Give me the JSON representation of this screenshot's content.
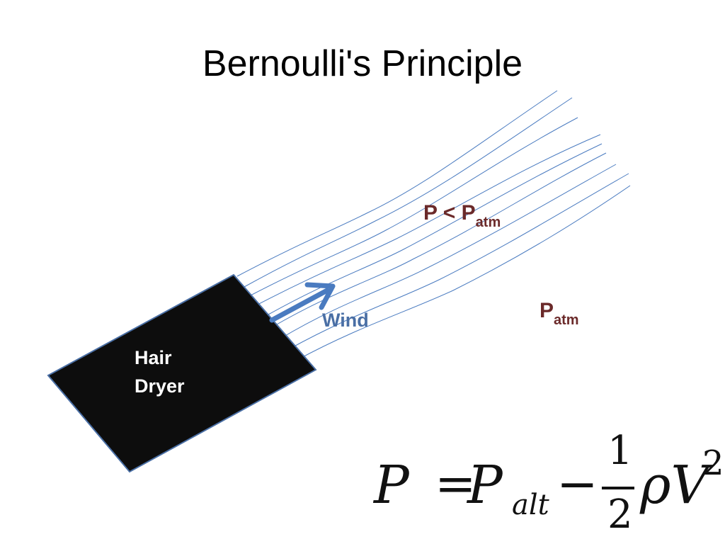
{
  "title": "Bernoulli's Principle",
  "dryer": {
    "line1": "Hair",
    "line2": "Dryer"
  },
  "wind": {
    "label": "Wind",
    "color": "#4a6fa5"
  },
  "pressure_low": {
    "main": "P < P",
    "sub": "atm"
  },
  "pressure_atm": {
    "main": "P",
    "sub": "atm"
  },
  "equation": {
    "lhs": "P",
    "equals": "=",
    "p": "P",
    "subscript": "alt",
    "minus": "−",
    "numerator": "1",
    "denominator": "2",
    "rho_v": "ρV",
    "exponent": "2"
  },
  "colors": {
    "streamline": "#4a7bc0",
    "dryer_fill": "#0d0d0d",
    "pressure_text": "#6b2a2a"
  }
}
